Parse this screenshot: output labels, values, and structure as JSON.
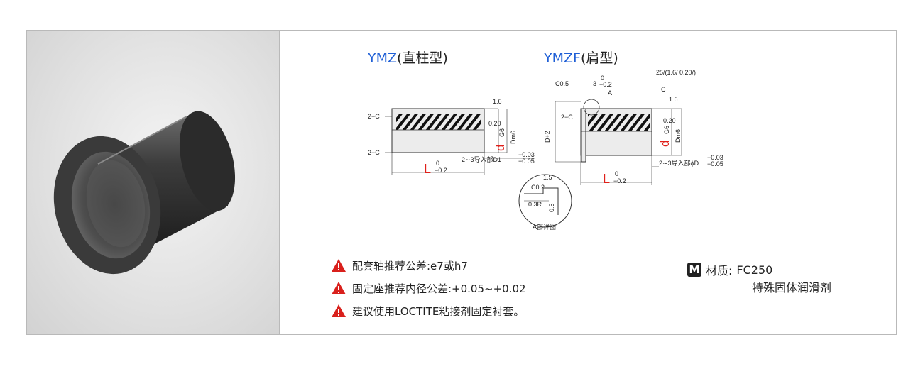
{
  "product": {
    "image_alt": "bushing-photo"
  },
  "titles": {
    "straight_code": "YMZ",
    "straight_kind": "(直柱型)",
    "flange_code": "YMZF",
    "flange_kind": "(肩型)"
  },
  "drawing_labels": {
    "chamfer_2c": "2−C",
    "length": "L",
    "tol_upper": "0",
    "tol_lower": "−0.2",
    "lead_in": "2∼3导入部D1",
    "lead_in_flange": "2∼3导入部ϕD",
    "lead_tol_upper": "−0.03",
    "lead_tol_lower": "−0.05",
    "inner_d": "d",
    "inner_fit": "G6",
    "outer_fit": "Dm6",
    "finish_16": "1.6",
    "finish_020": "0.20",
    "c05": "C0.5",
    "three": "3",
    "a_mark": "A",
    "c_mark": "C",
    "d_plus_2": "D+2",
    "detail_c02": "C0.2",
    "detail_15": "1.5",
    "detail_03r": "0.3R",
    "detail_05": "0.5",
    "detail_caption": "A部详图",
    "roughness_top": "25/(1.6/ 0.20/)"
  },
  "notes": [
    "配套轴推荐公差:e7或h7",
    "固定座推荐内径公差:+0.05~+0.02",
    "建议使用LOCTITE粘接剂固定衬套。"
  ],
  "material": {
    "badge": "M",
    "label": "材质:",
    "value": "FC250",
    "value2": "特殊固体润滑剂"
  },
  "colors": {
    "title_blue": "#1f5fd6",
    "warn_red": "#d9201c",
    "dim_red": "#e0201a",
    "border": "#b9b9b9"
  }
}
